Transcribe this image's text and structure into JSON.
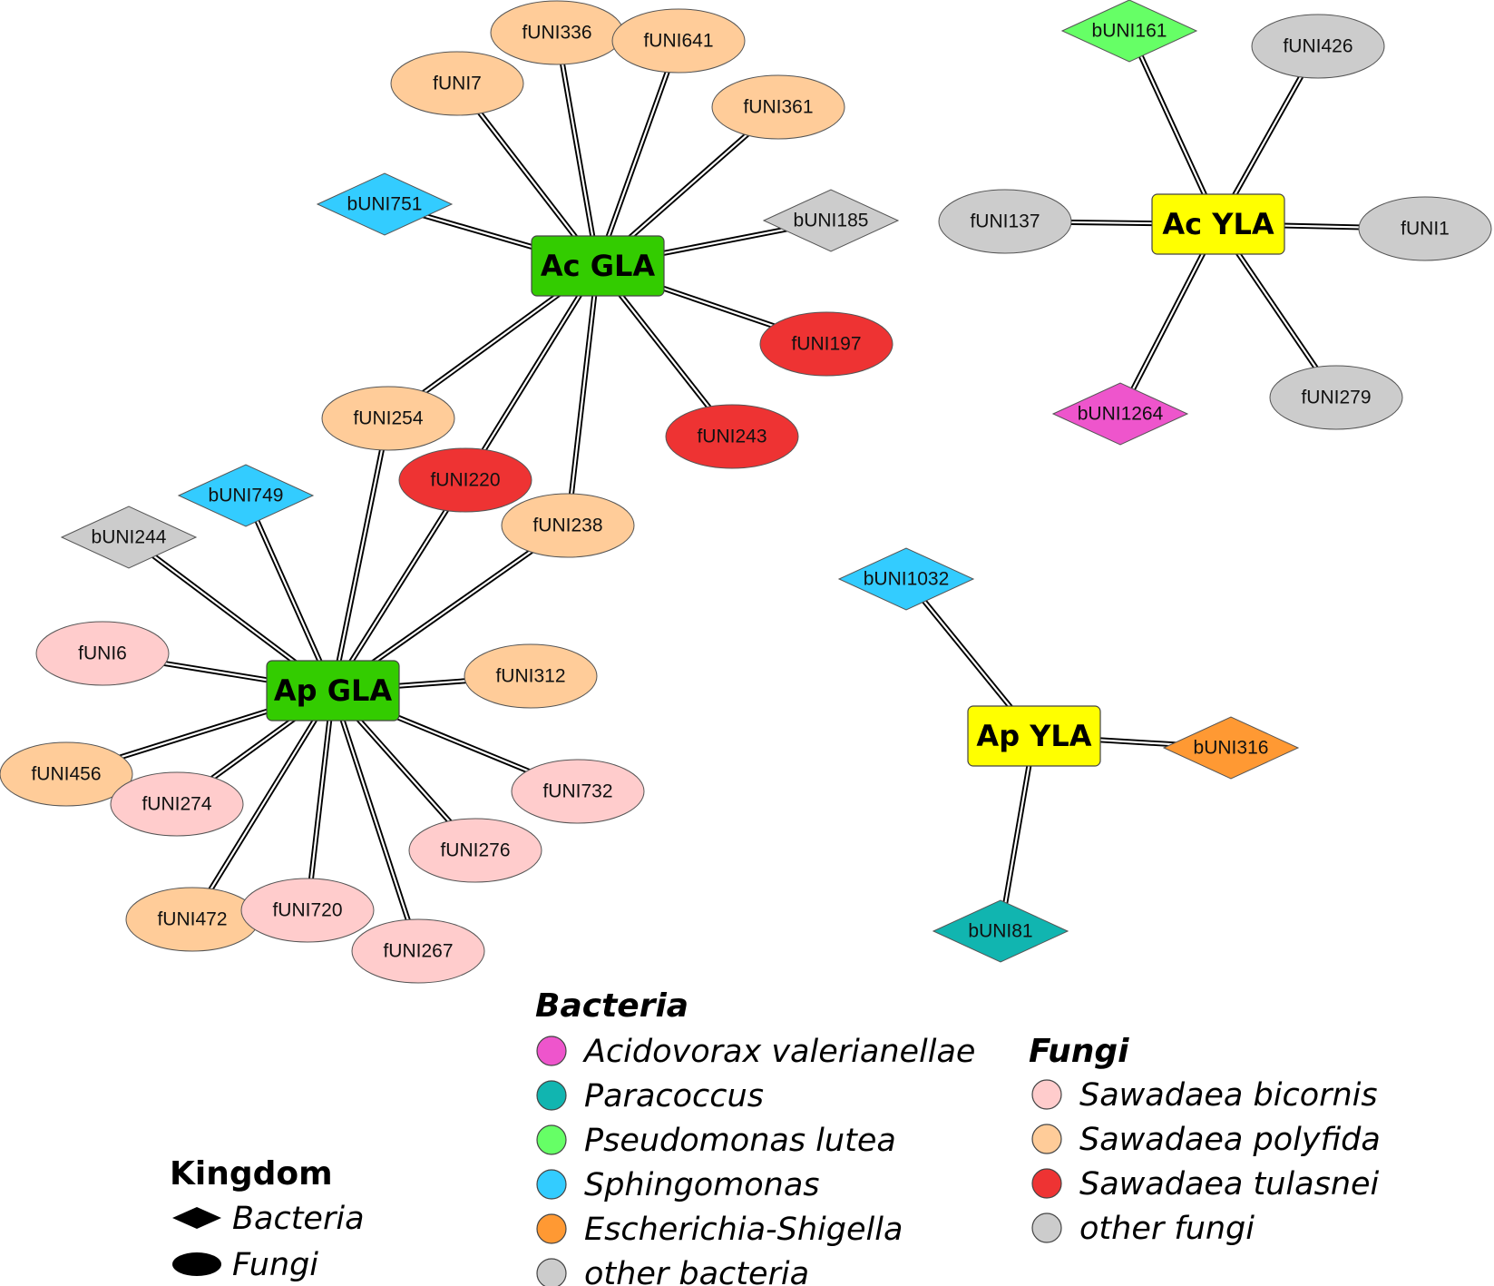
{
  "colors": {
    "hub_green": "#33cc00",
    "hub_yellow": "#ffff00",
    "acidovorax": "#ee55cc",
    "paracoccus": "#11b5b0",
    "pseudomonas": "#66ff66",
    "sphingomonas": "#33ccff",
    "escherichia": "#ff9933",
    "other_bacteria": "#cccccc",
    "sawadaea_bicornis": "#ffcccc",
    "sawadaea_polyfida": "#ffcc99",
    "sawadaea_tulasnei": "#ee3333",
    "other_fungi": "#cccccc"
  },
  "hubs": [
    {
      "id": "ac_gla",
      "label": "Ac GLA",
      "color": "hub_green"
    },
    {
      "id": "ap_gla",
      "label": "Ap GLA",
      "color": "hub_green"
    },
    {
      "id": "ac_yla",
      "label": "Ac YLA",
      "color": "hub_yellow"
    },
    {
      "id": "ap_yla",
      "label": "Ap YLA",
      "color": "hub_yellow"
    }
  ],
  "nodes": [
    {
      "id": "fUNI336",
      "label": "fUNI336",
      "kingdom": "fungi",
      "group": "sawadaea_polyfida",
      "hub": "ac_gla"
    },
    {
      "id": "fUNI641",
      "label": "fUNI641",
      "kingdom": "fungi",
      "group": "sawadaea_polyfida",
      "hub": "ac_gla"
    },
    {
      "id": "fUNI7",
      "label": "fUNI7",
      "kingdom": "fungi",
      "group": "sawadaea_polyfida",
      "hub": "ac_gla"
    },
    {
      "id": "fUNI361",
      "label": "fUNI361",
      "kingdom": "fungi",
      "group": "sawadaea_polyfida",
      "hub": "ac_gla"
    },
    {
      "id": "bUNI751",
      "label": "bUNI751",
      "kingdom": "bacteria",
      "group": "sphingomonas",
      "hub": "ac_gla"
    },
    {
      "id": "bUNI185",
      "label": "bUNI185",
      "kingdom": "bacteria",
      "group": "other_bacteria",
      "hub": "ac_gla"
    },
    {
      "id": "fUNI197",
      "label": "fUNI197",
      "kingdom": "fungi",
      "group": "sawadaea_tulasnei",
      "hub": "ac_gla"
    },
    {
      "id": "fUNI243",
      "label": "fUNI243",
      "kingdom": "fungi",
      "group": "sawadaea_tulasnei",
      "hub": "ac_gla"
    },
    {
      "id": "fUNI254",
      "label": "fUNI254",
      "kingdom": "fungi",
      "group": "sawadaea_polyfida",
      "hub": "ac_gla,ap_gla"
    },
    {
      "id": "fUNI220",
      "label": "fUNI220",
      "kingdom": "fungi",
      "group": "sawadaea_tulasnei",
      "hub": "ac_gla,ap_gla"
    },
    {
      "id": "fUNI238",
      "label": "fUNI238",
      "kingdom": "fungi",
      "group": "sawadaea_polyfida",
      "hub": "ac_gla,ap_gla"
    },
    {
      "id": "bUNI749",
      "label": "bUNI749",
      "kingdom": "bacteria",
      "group": "sphingomonas",
      "hub": "ap_gla"
    },
    {
      "id": "bUNI244",
      "label": "bUNI244",
      "kingdom": "bacteria",
      "group": "other_bacteria",
      "hub": "ap_gla"
    },
    {
      "id": "fUNI6",
      "label": "fUNI6",
      "kingdom": "fungi",
      "group": "sawadaea_bicornis",
      "hub": "ap_gla"
    },
    {
      "id": "fUNI312",
      "label": "fUNI312",
      "kingdom": "fungi",
      "group": "sawadaea_polyfida",
      "hub": "ap_gla"
    },
    {
      "id": "fUNI456",
      "label": "fUNI456",
      "kingdom": "fungi",
      "group": "sawadaea_polyfida",
      "hub": "ap_gla"
    },
    {
      "id": "fUNI274",
      "label": "fUNI274",
      "kingdom": "fungi",
      "group": "sawadaea_bicornis",
      "hub": "ap_gla"
    },
    {
      "id": "fUNI732",
      "label": "fUNI732",
      "kingdom": "fungi",
      "group": "sawadaea_bicornis",
      "hub": "ap_gla"
    },
    {
      "id": "fUNI276",
      "label": "fUNI276",
      "kingdom": "fungi",
      "group": "sawadaea_bicornis",
      "hub": "ap_gla"
    },
    {
      "id": "fUNI472",
      "label": "fUNI472",
      "kingdom": "fungi",
      "group": "sawadaea_polyfida",
      "hub": "ap_gla"
    },
    {
      "id": "fUNI720",
      "label": "fUNI720",
      "kingdom": "fungi",
      "group": "sawadaea_bicornis",
      "hub": "ap_gla"
    },
    {
      "id": "fUNI267",
      "label": "fUNI267",
      "kingdom": "fungi",
      "group": "sawadaea_bicornis",
      "hub": "ap_gla"
    },
    {
      "id": "bUNI161",
      "label": "bUNI161",
      "kingdom": "bacteria",
      "group": "pseudomonas",
      "hub": "ac_yla"
    },
    {
      "id": "fUNI426",
      "label": "fUNI426",
      "kingdom": "fungi",
      "group": "other_fungi",
      "hub": "ac_yla"
    },
    {
      "id": "fUNI137",
      "label": "fUNI137",
      "kingdom": "fungi",
      "group": "other_fungi",
      "hub": "ac_yla"
    },
    {
      "id": "fUNI1",
      "label": "fUNI1",
      "kingdom": "fungi",
      "group": "other_fungi",
      "hub": "ac_yla"
    },
    {
      "id": "bUNI1264",
      "label": "bUNI1264",
      "kingdom": "bacteria",
      "group": "acidovorax",
      "hub": "ac_yla"
    },
    {
      "id": "fUNI279",
      "label": "fUNI279",
      "kingdom": "fungi",
      "group": "other_fungi",
      "hub": "ac_yla"
    },
    {
      "id": "bUNI1032",
      "label": "bUNI1032",
      "kingdom": "bacteria",
      "group": "sphingomonas",
      "hub": "ap_yla"
    },
    {
      "id": "bUNI316",
      "label": "bUNI316",
      "kingdom": "bacteria",
      "group": "escherichia",
      "hub": "ap_yla"
    },
    {
      "id": "bUNI81",
      "label": "bUNI81",
      "kingdom": "bacteria",
      "group": "paracoccus",
      "hub": "ap_yla"
    }
  ],
  "legend": {
    "bacteria_heading": "Bacteria",
    "bacteria_items": [
      {
        "label": "Acidovorax valerianellae",
        "group": "acidovorax"
      },
      {
        "label": "Paracoccus",
        "group": "paracoccus"
      },
      {
        "label": "Pseudomonas lutea",
        "group": "pseudomonas"
      },
      {
        "label": "Sphingomonas",
        "group": "sphingomonas"
      },
      {
        "label": "Escherichia-Shigella",
        "group": "escherichia"
      },
      {
        "label": "other bacteria",
        "group": "other_bacteria"
      }
    ],
    "fungi_heading": "Fungi",
    "fungi_items": [
      {
        "label": "Sawadaea bicornis",
        "group": "sawadaea_bicornis"
      },
      {
        "label": "Sawadaea polyfida",
        "group": "sawadaea_polyfida"
      },
      {
        "label": "Sawadaea tulasnei",
        "group": "sawadaea_tulasnei"
      },
      {
        "label": "other fungi",
        "group": "other_fungi"
      }
    ],
    "kingdom_heading": "Kingdom",
    "kingdom_items": [
      {
        "label": "Bacteria",
        "shape": "diamond"
      },
      {
        "label": "Fungi",
        "shape": "ellipse"
      }
    ]
  }
}
